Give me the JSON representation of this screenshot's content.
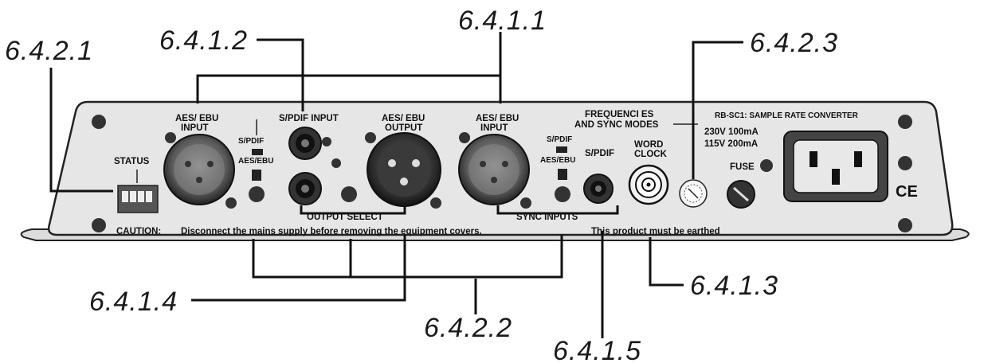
{
  "callouts": {
    "c6411": "6.4.1.1",
    "c6412": "6.4.1.2",
    "c6421": "6.4.2.1",
    "c6423": "6.4.2.3",
    "c6414": "6.4.1.4",
    "c6422": "6.4.2.2",
    "c6413": "6.4.1.3",
    "c6415": "6.4.1.5"
  },
  "panel": {
    "status": "STATUS",
    "aes_input_1_line1": "AES/ EBU",
    "aes_input_1_line2": "INPUT",
    "spdif_input": "S/PDIF INPUT",
    "switch1_top": "S/PDIF",
    "switch1_bottom": "AES/EBU",
    "aes_output_line1": "AES/ EBU",
    "aes_output_line2": "OUTPUT",
    "aes_input_2_line1": "AES/ EBU",
    "aes_input_2_line2": "INPUT",
    "switch2_top": "S/PDIF",
    "switch2_bottom": "AES/EBU",
    "spdif_sync": "S/PDIF",
    "word_clock_line1": "WORD",
    "word_clock_line2": "CLOCK",
    "freq_line1": "FREQUENCI ES",
    "freq_line2": "AND SYNC MODES",
    "model": "RB-SC1: SAMPLE RATE CONVERTER",
    "power_line1": "230V  100mA",
    "power_line2": "115V  200mA",
    "fuse": "FUSE",
    "ce": "CE",
    "output_select": "OUTPUT SELECT",
    "sync_inputs": "SYNC INPUTS",
    "caution_label": "CAUTION:",
    "caution_text": "Disconnect the mains supply before removing the equipment covers.",
    "earthed": "This product must be earthed"
  }
}
